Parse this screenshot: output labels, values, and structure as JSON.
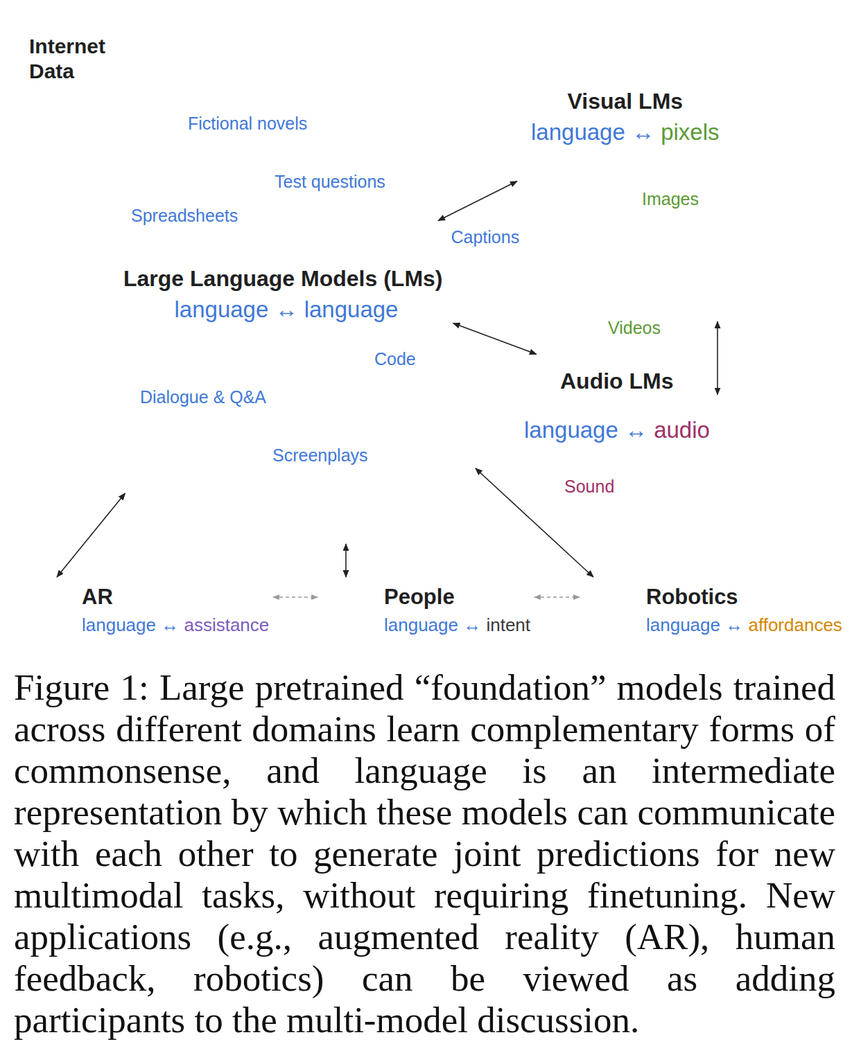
{
  "diagram": {
    "caption": "Figure 1: Large pretrained “foundation” models trained across different domains learn complementary forms of commonsense, and language is an intermediate representation by which these models can communicate with each other to generate joint predictions for new multimodal tasks, without requiring finetuning. New applications (e.g., augmented reality (AR), human feedback, robotics) can be viewed as adding participants to the multi-model discussion.",
    "nodes": [
      {
        "text": [
          "Internet Data"
        ]
      },
      {
        "text": [
          "Large Language Models (LMs)",
          "language ↔ language",
          "Fictional novels",
          "Test questions",
          "Spreadsheets",
          "Captions",
          "Code",
          "Dialogue & Q&A",
          "Screenplays"
        ],
        "in": 0
      },
      {
        "text": [
          "Visual LMs",
          "language ↔ pixels",
          "Images",
          "Videos"
        ],
        "in": 0
      },
      {
        "text": [
          "Audio LMs",
          "language ↔ audio",
          "Sound"
        ],
        "in": 0
      },
      {
        "text": [
          "AR",
          "language ↔ assistance"
        ]
      },
      {
        "text": [
          "People",
          "language ↔ intent"
        ]
      },
      {
        "text": [
          "Robotics",
          "language ↔ affordances"
        ]
      }
    ],
    "edges": [
      {
        "from": 1,
        "to": 2,
        "arrow": "both"
      },
      {
        "from": 2,
        "to": 3,
        "arrow": "both"
      },
      {
        "from": 1,
        "to": 3,
        "arrow": "both"
      },
      {
        "from": 1,
        "to": 4,
        "arrow": "both"
      },
      {
        "from": 1,
        "to": 5,
        "arrow": "both"
      },
      {
        "from": 1,
        "to": 6,
        "arrow": "both"
      },
      {
        "from": 4,
        "to": 5,
        "arrow": "both"
      },
      {
        "from": 5,
        "to": 6,
        "arrow": "both"
      }
    ]
  }
}
